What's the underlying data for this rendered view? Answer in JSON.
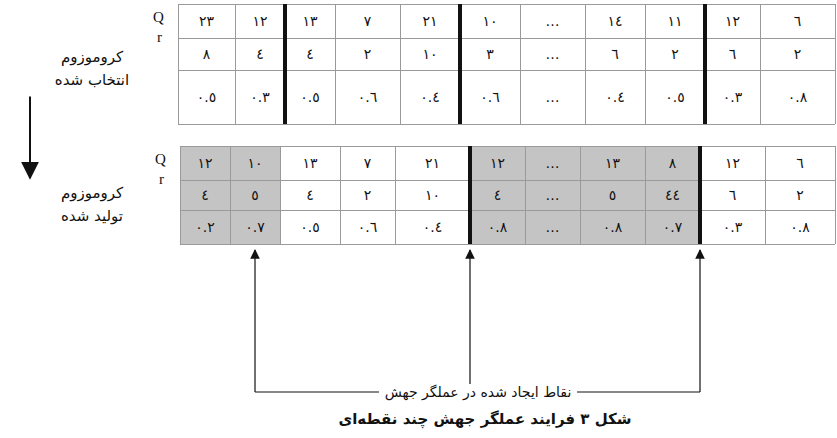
{
  "diagram": {
    "caption": "شکل ۳ فرایند عملگر جهش چند نقطه‌ای",
    "nodes": [
      {
        "text": [
          "کروموزوم انتخاب شده"
        ]
      },
      {
        "text": [
          "کروموزوم تولید شده"
        ]
      }
    ],
    "edges": [
      {
        "from": 0,
        "to": 1,
        "arrow": "to"
      }
    ],
    "labels": [
      "Q",
      "r",
      "۲۳",
      "۱۲",
      "۱۳",
      "۷",
      "۲۱",
      "۱۰",
      "…",
      "۱٤",
      "۱۱",
      "۱۲",
      "٦",
      "۸",
      "٤",
      "٤",
      "۲",
      "۱۰",
      "۳",
      "…",
      "٦",
      "۲",
      "٦",
      "۲",
      "٠.٥",
      "٠.٣",
      "٠.٥",
      "٠.٦",
      "٠.٤",
      "٠.٦",
      "…",
      "٠.٤",
      "٠.٥",
      "٠.٣",
      "٠.٨",
      "Q",
      "r",
      "۱۲",
      "۱۰",
      "۱۳",
      "۷",
      "۲۱",
      "۱۲",
      "…",
      "۱۳",
      "۸",
      "۱۲",
      "٦",
      "٤",
      "٥",
      "٤",
      "۲",
      "۱۰",
      "٤",
      "…",
      "٥",
      "٤٤",
      "٦",
      "۲",
      "٠.٢",
      "٠.٧",
      "٠.٥",
      "٠.٦",
      "٠.٤",
      "٠.٨",
      "…",
      "٠.٨",
      "٠.٧",
      "٠.٣",
      "٠.٨",
      "نقاط ایجاد شده در عملگر جهش"
    ]
  }
}
